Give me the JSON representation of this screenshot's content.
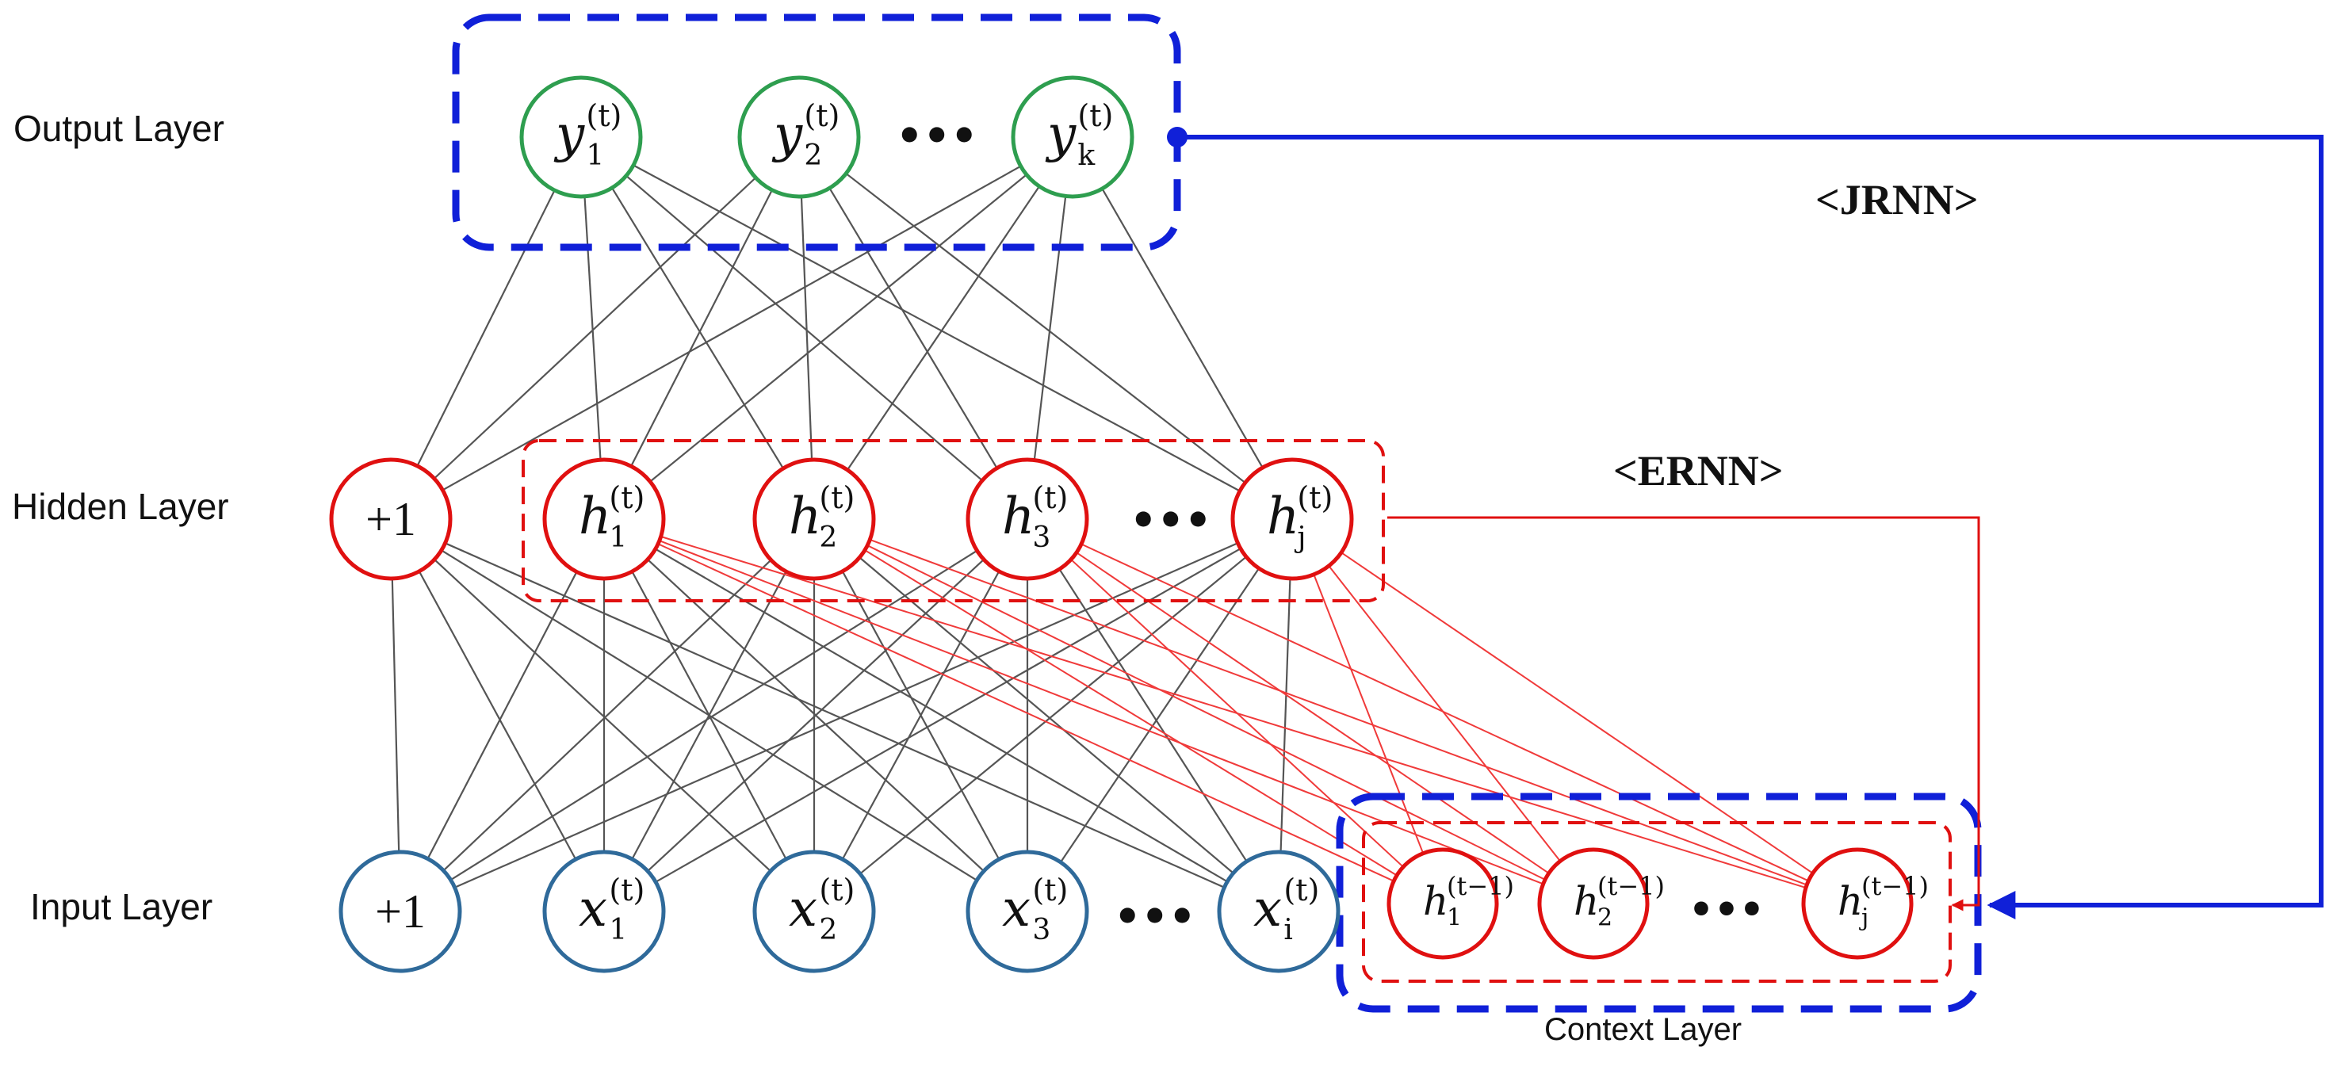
{
  "colors": {
    "output_node": "#2e9e4f",
    "hidden_node": "#e01010",
    "input_node": "#2f6a9a",
    "gray_edge": "#555555",
    "red_edge": "#f03a3a",
    "jrnn_blue": "#1020d8",
    "ernn_red": "#e01010"
  },
  "labels": {
    "output_layer": "Output Layer",
    "hidden_layer": "Hidden Layer",
    "input_layer": "Input Layer",
    "context_layer": "Context Layer",
    "jrnn": "<JRNN>",
    "ernn": "<ERNN>",
    "ellipsis": "•••"
  },
  "nodes": {
    "output": [
      {
        "id": "y1",
        "main": "y",
        "sub": "1",
        "sup": "(t)"
      },
      {
        "id": "y2",
        "main": "y",
        "sub": "2",
        "sup": "(t)"
      },
      {
        "id": "yk",
        "main": "y",
        "sub": "k",
        "sup": "(t)"
      }
    ],
    "hidden_bias": {
      "id": "hb",
      "text": "+1"
    },
    "hidden": [
      {
        "id": "h1",
        "main": "h",
        "sub": "1",
        "sup": "(t)"
      },
      {
        "id": "h2",
        "main": "h",
        "sub": "2",
        "sup": "(t)"
      },
      {
        "id": "h3",
        "main": "h",
        "sub": "3",
        "sup": "(t)"
      },
      {
        "id": "hj",
        "main": "h",
        "sub": "j",
        "sup": "(t)"
      }
    ],
    "input_bias": {
      "id": "xb",
      "text": "+1"
    },
    "input": [
      {
        "id": "x1",
        "main": "x",
        "sub": "1",
        "sup": "(t)"
      },
      {
        "id": "x2",
        "main": "x",
        "sub": "2",
        "sup": "(t)"
      },
      {
        "id": "x3",
        "main": "x",
        "sub": "3",
        "sup": "(t)"
      },
      {
        "id": "xi",
        "main": "x",
        "sub": "i",
        "sup": "(t)"
      }
    ],
    "context": [
      {
        "id": "c1",
        "main": "h",
        "sub": "1",
        "sup": "(t−1)"
      },
      {
        "id": "c2",
        "main": "h",
        "sub": "2",
        "sup": "(t−1)"
      },
      {
        "id": "cj",
        "main": "h",
        "sub": "j",
        "sup": "(t−1)"
      }
    ]
  }
}
